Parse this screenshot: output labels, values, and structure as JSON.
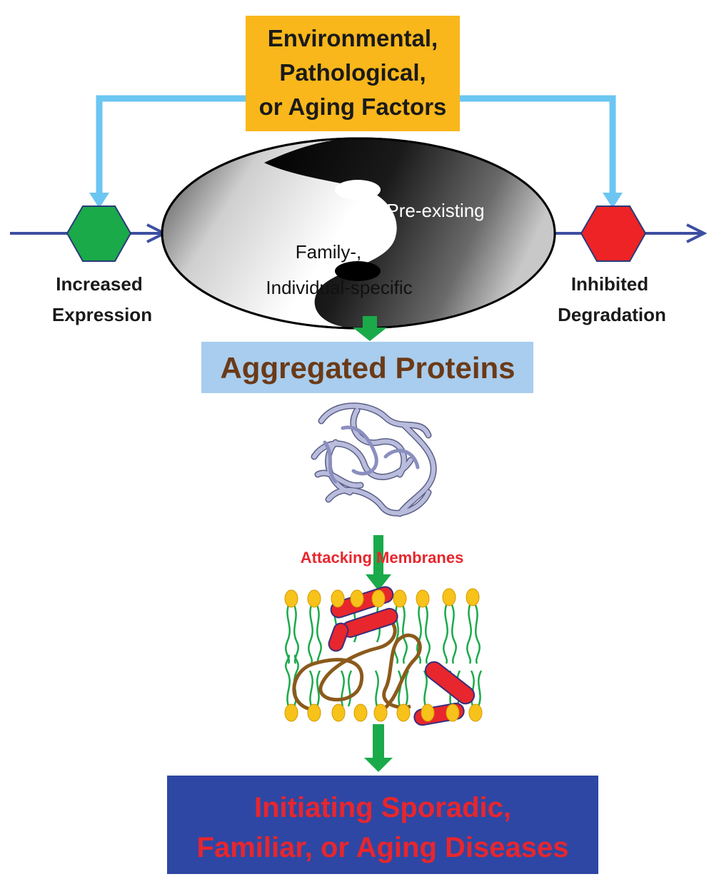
{
  "factors_box": {
    "lines": [
      "Environmental,",
      "Pathological,",
      "or Aging Factors"
    ]
  },
  "yin_yang": {
    "pre_existing_label": "Pre-existing",
    "family_label_1": "Family-,",
    "family_label_2": "Individual-specific"
  },
  "left_node": {
    "lines": [
      "Increased",
      "Expression"
    ]
  },
  "right_node": {
    "lines": [
      "Inhibited",
      "Degradation"
    ]
  },
  "aggregated_box": {
    "label": "Aggregated Proteins"
  },
  "membrane_step": {
    "label": "Attacking Membranes"
  },
  "disease_box": {
    "lines": [
      "Initiating Sporadic,",
      "Familiar, or Aging Diseases"
    ]
  },
  "colors": {
    "factors_fill": "#f9b71b",
    "aggregated_fill": "#a8cdee",
    "aggregated_text": "#6b3a17",
    "disease_fill": "#2e47a4",
    "disease_text": "#e8262d",
    "membrane_text": "#e8262d",
    "hex_green": "#1aaa4a",
    "hex_red": "#ee2325",
    "main_arrow": "#3d4fa0",
    "feedback_arrow": "#6cc6f2",
    "green_arrow": "#1aaa4a"
  }
}
